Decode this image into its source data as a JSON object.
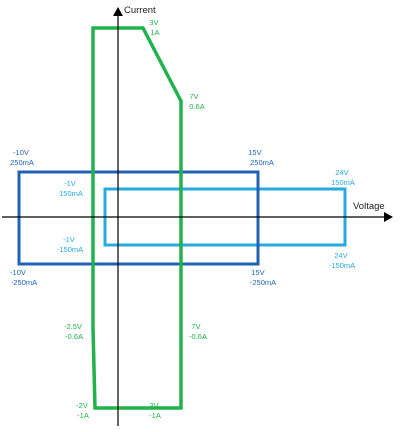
{
  "axes": {
    "x_label": "Voltage",
    "y_label": "Current",
    "color": "#000000"
  },
  "colors": {
    "green": "#22b24c",
    "dark_blue": "#1f63b4",
    "light_blue": "#27a9e1"
  },
  "labels": {
    "green_3v_1a": {
      "line1": "3V",
      "line2": "1A"
    },
    "green_7v_0_6a": {
      "line1": "7V",
      "line2": "0.6A"
    },
    "green_neg2_5v_neg0_6a": {
      "line1": "-2.5V",
      "line2": "-0.6A"
    },
    "green_7v_neg0_6a": {
      "line1": "7V",
      "line2": "-0.6A"
    },
    "green_neg2v_neg1a": {
      "line1": "-2V",
      "line2": "-1A"
    },
    "green_3v_neg1a": {
      "line1": "3V",
      "line2": "-1A"
    },
    "dblue_neg10v_250ma": {
      "line1": "-10V",
      "line2": "250mA"
    },
    "dblue_15v_250ma": {
      "line1": "15V",
      "line2": "250mA"
    },
    "dblue_neg10v_neg250ma": {
      "line1": "-10V",
      "line2": "-250mA"
    },
    "dblue_15v_neg250ma": {
      "line1": "15V",
      "line2": "-250mA"
    },
    "lblue_neg1v_150ma": {
      "line1": "-1V",
      "line2": "150mA"
    },
    "lblue_neg1v_neg150ma": {
      "line1": "-1V",
      "line2": "-150mA"
    },
    "lblue_24v_150ma": {
      "line1": "24V",
      "line2": "150mA"
    },
    "lblue_24v_neg150ma": {
      "line1": "24V",
      "line2": "-150mA"
    }
  }
}
